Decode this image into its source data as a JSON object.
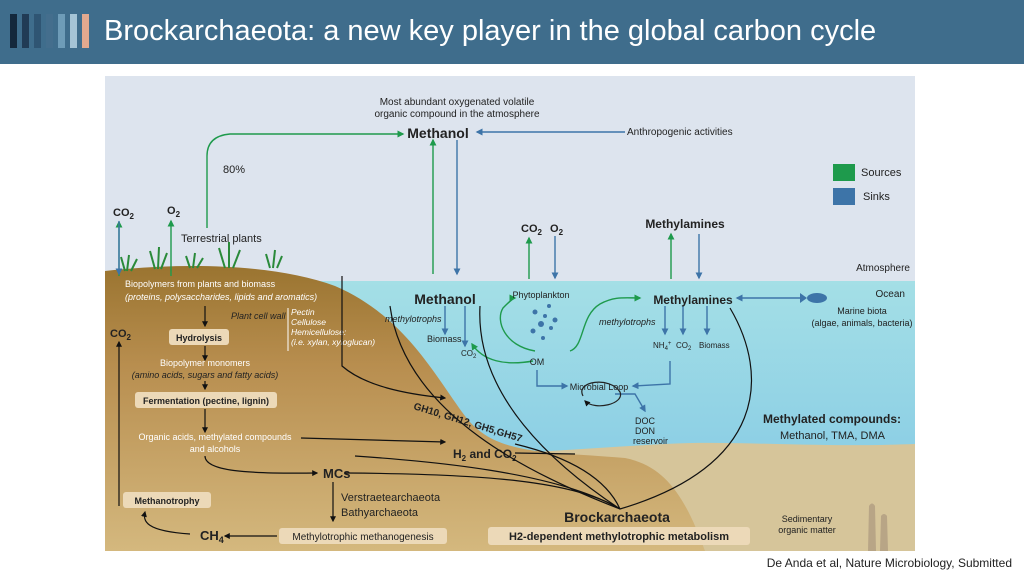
{
  "header": {
    "title": "Brockarchaeota: a new key player in the global carbon cycle",
    "bar_colors": [
      "#14283c",
      "#213b55",
      "#2f5573",
      "#446e8d",
      "#6e9cb8",
      "#a5c4d6",
      "#e2a98f"
    ]
  },
  "citation": "De Anda et al, Nature Microbiology, Submitted",
  "legend": {
    "sources_label": "Sources",
    "sinks_label": "Sinks",
    "sources_color": "#1e9a4c",
    "sinks_color": "#3d74a8"
  },
  "diagram": {
    "atm_label_line1": "Most abundant oxygenated volatile",
    "atm_label_line2": "organic compound in the atmosphere",
    "methanol_top": "Methanol",
    "anthropogenic": "Anthropogenic activities",
    "pct": "80%",
    "co2_left": "CO",
    "o2_left": "O",
    "sub2": "2",
    "terrestrial": "Terrestrial plants",
    "co2_ocean": "CO",
    "o2_ocean": "O",
    "methylamines_top": "Methylamines",
    "atmosphere": "Atmosphere",
    "ocean": "Ocean",
    "biopolymers": "Biopolymers from plants  and biomass",
    "biopolymers_sub": "(proteins, polysaccharides, lipids and aromatics)",
    "plant_cell_wall": "Plant cell wall",
    "pectin": "Pectin",
    "cellulose": "Cellulose",
    "hemicellulose": "Hemicellulose:",
    "xylan": "(i.e. xylan, xyloglucan)",
    "co2_soil": "CO",
    "hydrolysis": "Hydrolysis",
    "monomers": "Biopolymer monomers",
    "monomers_sub": "(amino acids, sugars and fatty acids)",
    "fermentation": "Fermentation (pectine, lignin)",
    "organic_acids1": "Organic acids, methylated compounds",
    "organic_acids2": "and alcohols",
    "mcs": "MCs",
    "methanotrophy": "Methanotrophy",
    "verstrae": "Verstraetearchaeota",
    "bathy": "Bathyarchaeota",
    "ch4": "CH",
    "sub4": "4",
    "methylotrophic_methanogenesis": "Methylotrophic methanogenesis",
    "gh": "GH10, GH12, GH5,GH57",
    "h2_co2": "H",
    "and_co2": " and CO",
    "methanol_ocean": "Methanol",
    "methylotrophs1": "methylotrophs",
    "biomass1": "Biomass",
    "co2_small": "CO",
    "phytoplankton": "Phytoplankton",
    "om": "OM",
    "microbial_loop": "Microbial Loop",
    "doc": "DOC",
    "don": "DON",
    "reservoir": "reservoir",
    "methylamines_ocean": "Methylamines",
    "methylotrophs2": "methylotrophs",
    "nh4": "NH",
    "nh4_sub": "4",
    "nh4_sup": "+",
    "co2_ocean2": "CO",
    "biomass2": "Biomass",
    "marine_biota": "Marine biota",
    "marine_biota_sub": "(algae, animals, bacteria)",
    "methylated_title": "Methylated compounds:",
    "methylated_list": "Methanol, TMA, DMA",
    "brockarchaeota": "Brockarchaeota",
    "h2_metabolism": "H2-dependent methylotrophic metabolism",
    "sediment1": "Sedimentary",
    "sediment2": "organic matter"
  }
}
